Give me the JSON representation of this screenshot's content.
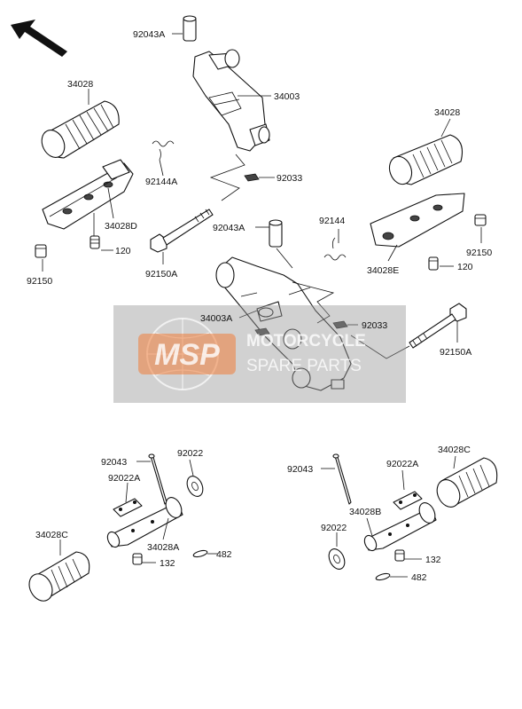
{
  "watermark": {
    "logo_text": "MSP",
    "line1": "MOTORCYCLE",
    "line2": "SPARE PARTS"
  },
  "labels": {
    "p92043A_top": "92043A",
    "p34003": "34003",
    "p34028_left": "34028",
    "p92144A": "92144A",
    "p92033_top": "92033",
    "p34028_right": "34028",
    "p34028D": "34028D",
    "p120_left": "120",
    "p92150_left": "92150",
    "p92150A_left": "92150A",
    "p92043A_mid": "92043A",
    "p92144": "92144",
    "p92150_right": "92150",
    "p34028E": "34028E",
    "p120_right": "120",
    "p34003A": "34003A",
    "p92033_mid": "92033",
    "p92150A_right": "92150A",
    "p92043_left": "92043",
    "p92022_left": "92022",
    "p92022A_left": "92022A",
    "p34028C_left": "34028C",
    "p34028A": "34028A",
    "p482_left": "482",
    "p132_left": "132",
    "p92043_right": "92043",
    "p92022A_right": "92022A",
    "p34028C_right": "34028C",
    "p34028B": "34028B",
    "p92022_right": "92022",
    "p132_right": "132",
    "p482_right": "482"
  },
  "colors": {
    "ink": "#111111",
    "watermark_gray": "#9a9a9a",
    "logo_orange": "#f07d3a"
  }
}
